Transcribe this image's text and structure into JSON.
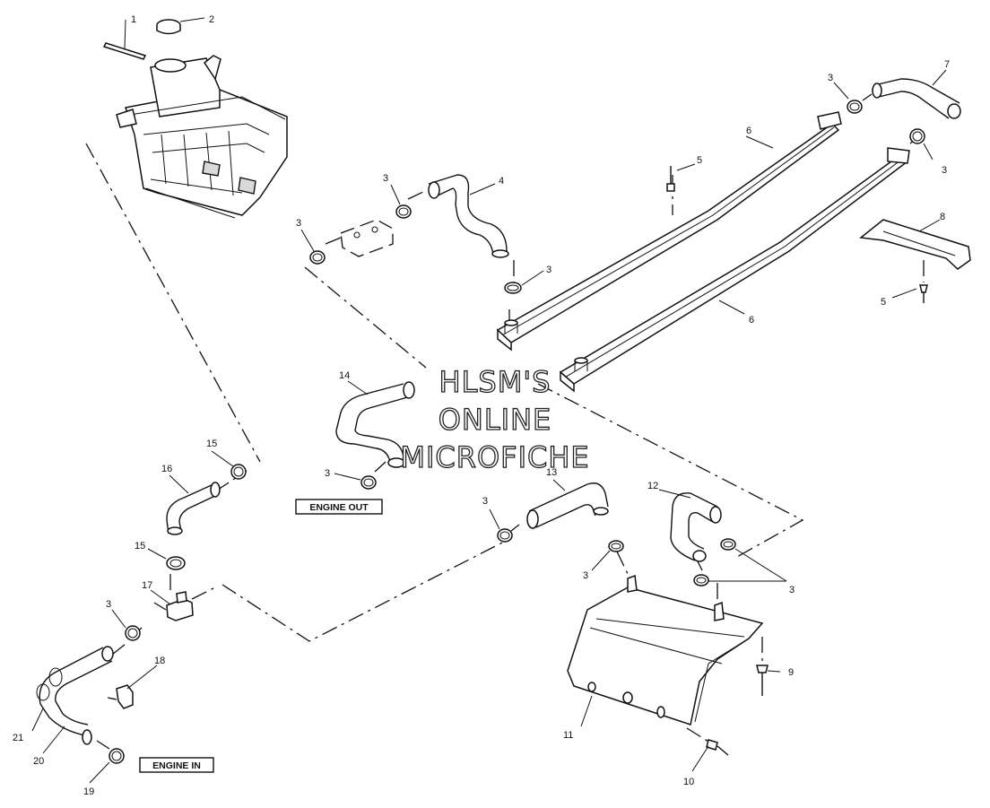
{
  "callouts": {
    "n1": "1",
    "n2": "2",
    "n3": "3",
    "n4": "4",
    "n5": "5",
    "n6": "6",
    "n7": "7",
    "n8": "8",
    "n9": "9",
    "n10": "10",
    "n11": "11",
    "n12": "12",
    "n13": "13",
    "n14": "14",
    "n15": "15",
    "n16": "16",
    "n17": "17",
    "n18": "18",
    "n19": "19",
    "n20": "20",
    "n21": "21"
  },
  "labels": {
    "engine_out": "ENGINE OUT",
    "engine_in": "ENGINE IN"
  },
  "watermark": {
    "line1": "HLSM'S",
    "line2": "ONLINE",
    "line3": "MICROFICHE"
  }
}
